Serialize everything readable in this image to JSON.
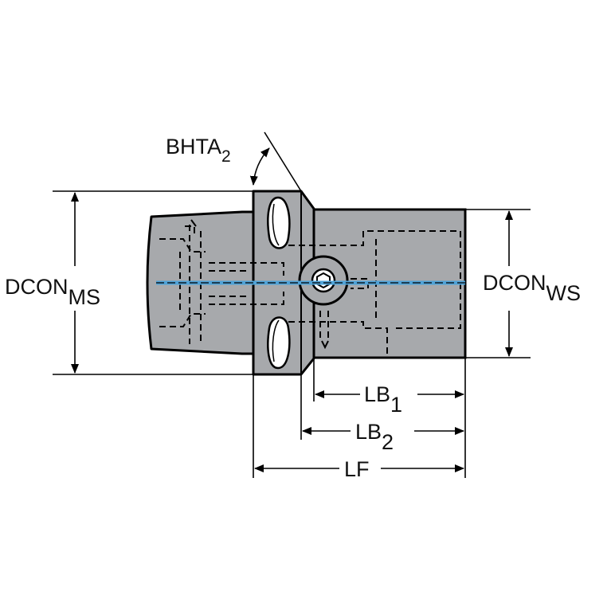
{
  "labels": {
    "bhta": {
      "main": "BHTA",
      "sub": "2"
    },
    "dcon_ms": {
      "main": "DCON",
      "sub": "MS"
    },
    "dcon_ws": {
      "main": "DCON",
      "sub": "WS"
    },
    "lb1": {
      "main": "LB",
      "sub": "1"
    },
    "lb2": {
      "main": "LB",
      "sub": "2"
    },
    "lf": {
      "main": "LF"
    }
  },
  "colors": {
    "body_fill": "#a7a9ac",
    "outline": "#000000",
    "coolant_line": "#4fa3d8"
  }
}
